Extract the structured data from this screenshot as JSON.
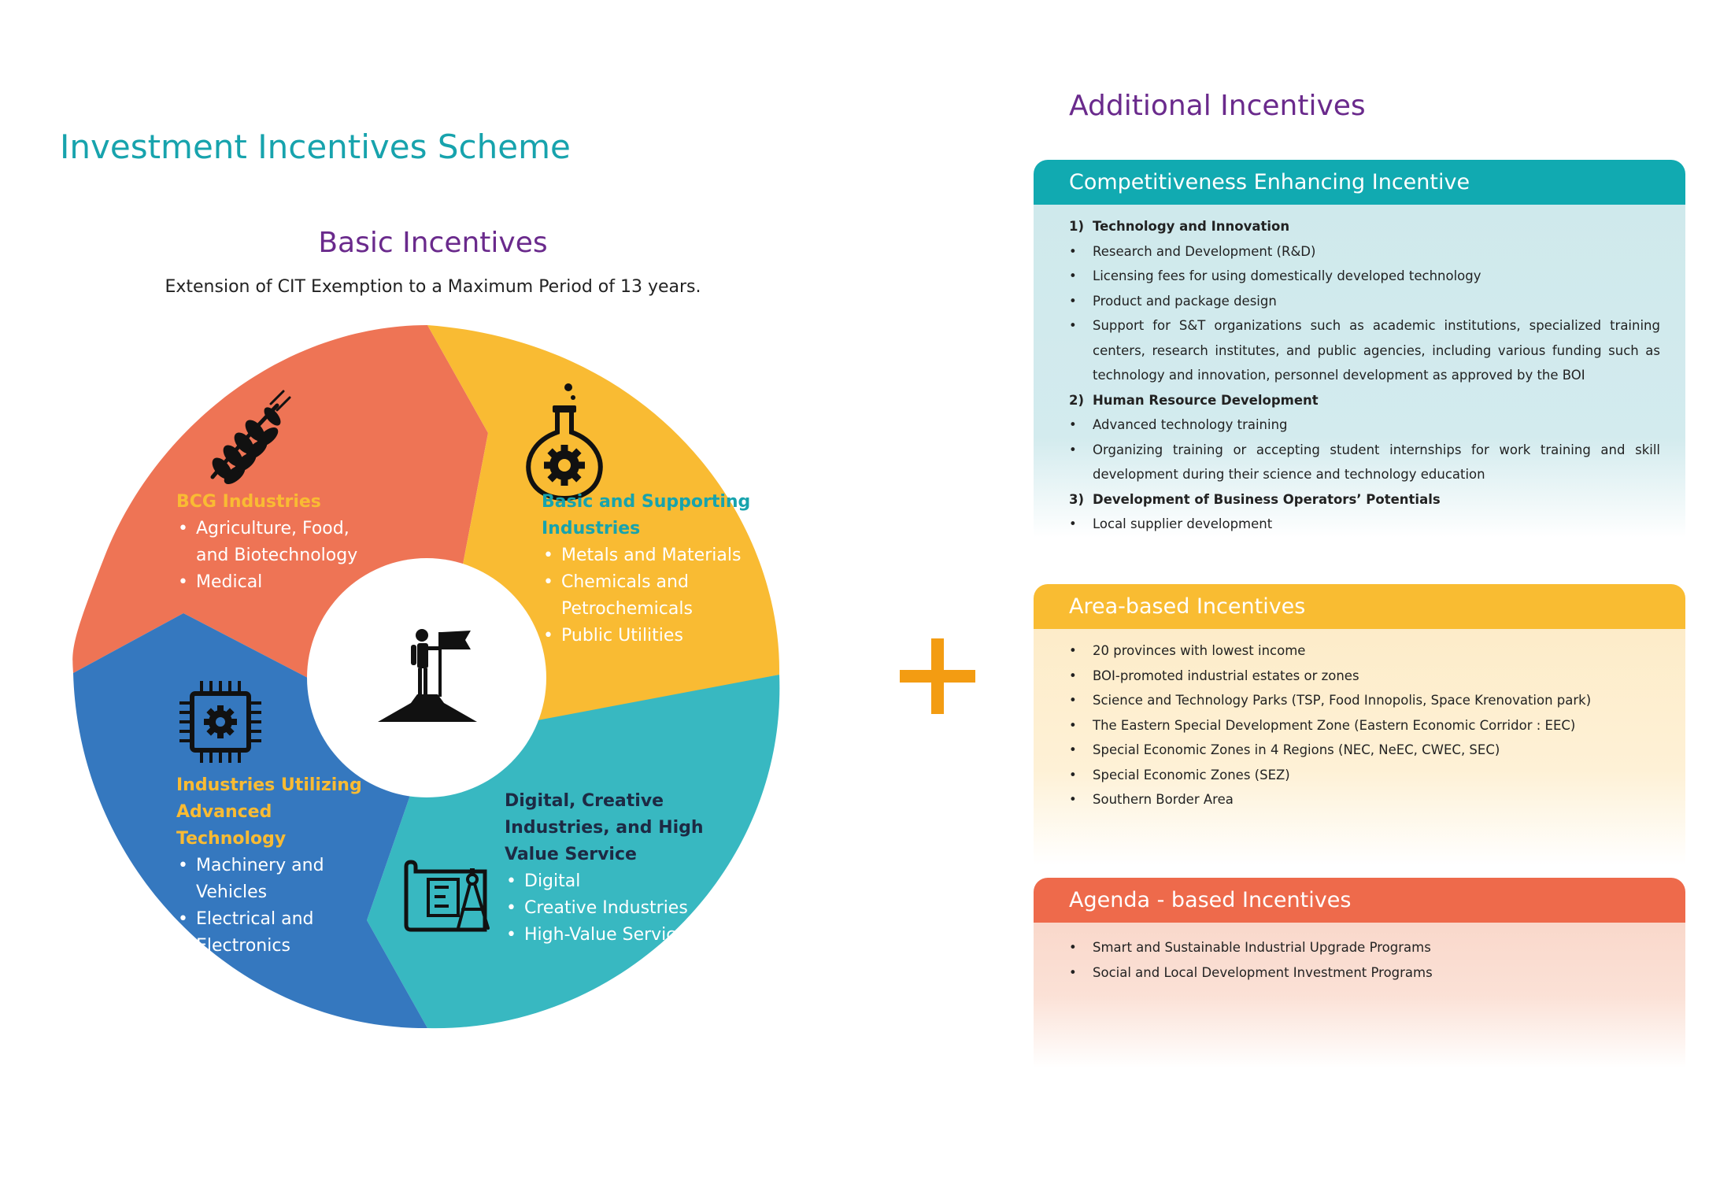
{
  "title": "Investment Incentives Scheme",
  "basic": {
    "title": "Basic Incentives",
    "subtitle": "Extension of CIT Exemption to a Maximum Period of 13 years.",
    "segments": {
      "bcg": {
        "heading": "BCG Industries",
        "items": [
          "Agriculture, Food, and Biotechnology",
          "Medical"
        ],
        "color": "#ee7455",
        "icon": "wheat-icon"
      },
      "basic_supporting": {
        "heading": "Basic and Supporting Industries",
        "items": [
          "Metals and Materials",
          "Chemicals and Petrochemicals",
          "Public Utilities"
        ],
        "color": "#f9bb33",
        "icon": "flask-gear-icon"
      },
      "digital": {
        "heading": "Digital, Creative Industries, and High Value Service",
        "items": [
          "Digital",
          "Creative Industries",
          "High-Value Services"
        ],
        "color": "#38b8c1",
        "icon": "blueprint-compass-icon"
      },
      "advanced_tech": {
        "heading": "Industries Utilizing Advanced Technology",
        "items": [
          "Machinery and Vehicles",
          "Electrical and Electronics"
        ],
        "color": "#3578bf",
        "icon": "chip-gear-icon"
      }
    },
    "center_icon": "person-flag-summit-icon"
  },
  "plus_icon": "plus-icon",
  "additional": {
    "title": "Additional Incentives",
    "competitiveness": {
      "title": "Competitiveness Enhancing Incentive",
      "color": "#11aab1",
      "lines": [
        {
          "marker": "1)",
          "text": "Technology and Innovation",
          "bold": true
        },
        {
          "marker": "•",
          "text": "Research and Development (R&D)"
        },
        {
          "marker": "•",
          "text": "Licensing fees for using domestically developed technology"
        },
        {
          "marker": "•",
          "text": "Product and package design"
        },
        {
          "marker": "•",
          "text": "Support for S&T organizations such as academic institutions, specialized training centers, research institutes, and public agencies, including various funding such as technology and innovation, personnel development as approved by the BOI"
        },
        {
          "marker": "2)",
          "text": "Human Resource Development",
          "bold": true
        },
        {
          "marker": "•",
          "text": "Advanced technology training"
        },
        {
          "marker": "•",
          "text": "Organizing training or accepting student internships for work training and skill development during their science and technology education"
        },
        {
          "marker": "3)",
          "text": "Development of Business Operators’ Potentials",
          "bold": true
        },
        {
          "marker": "•",
          "text": "Local supplier development"
        }
      ]
    },
    "area": {
      "title": "Area-based Incentives",
      "color": "#f9bc32",
      "lines": [
        {
          "marker": "•",
          "text": "20 provinces with lowest income"
        },
        {
          "marker": "•",
          "text": "BOI-promoted industrial estates or zones"
        },
        {
          "marker": "•",
          "text": "Science and Technology Parks (TSP, Food Innopolis, Space Krenovation park)"
        },
        {
          "marker": "•",
          "text": "The Eastern Special Development Zone (Eastern Economic Corridor : EEC)"
        },
        {
          "marker": "•",
          "text": "Special Economic Zones in 4 Regions  (NEC, NeEC, CWEC, SEC)"
        },
        {
          "marker": "•",
          "text": "Special Economic Zones (SEZ)"
        },
        {
          "marker": "•",
          "text": "Southern Border Area"
        }
      ]
    },
    "agenda": {
      "title": "Agenda - based Incentives",
      "color": "#ee6a4b",
      "lines": [
        {
          "marker": "•",
          "text": "Smart and Sustainable Industrial Upgrade Programs"
        },
        {
          "marker": "•",
          "text": "Social and Local Development Investment Programs"
        }
      ]
    }
  }
}
